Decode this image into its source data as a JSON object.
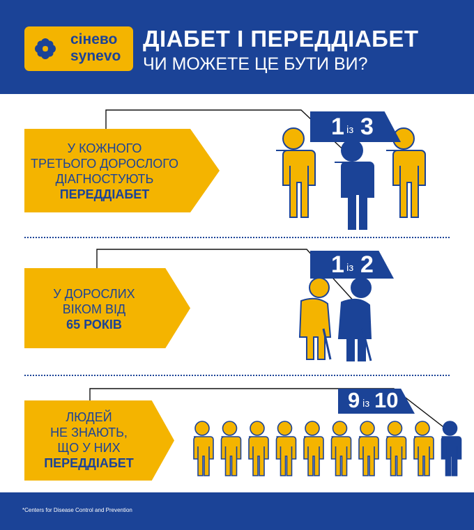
{
  "brand": {
    "name_ua": "сінево",
    "name_en": "synevo"
  },
  "header": {
    "title": "ДІАБЕТ І ПЕРЕДДІАБЕТ",
    "subtitle": "ЧИ МОЖЕТЕ ЦЕ БУТИ ВИ?"
  },
  "sections": [
    {
      "lines": [
        "У КОЖНОГО",
        "ТРЕТЬОГО ДОРОСЛОГО",
        "ДІАГНОСТУЮТЬ",
        "ПЕРЕДДІАБЕТ"
      ],
      "stat_num": "1",
      "stat_of": "із",
      "stat_den": "3"
    },
    {
      "lines": [
        "У ДОРОСЛИХ",
        "ВІКОМ ВІД",
        "65 РОКІВ"
      ],
      "stat_num": "1",
      "stat_of": "із",
      "stat_den": "2"
    },
    {
      "lines": [
        "ЛЮДЕЙ",
        "НЕ ЗНАЮТЬ,",
        "ЩО У НИХ",
        "ПЕРЕДДІАБЕТ"
      ],
      "stat_num": "9",
      "stat_of": "із",
      "stat_den": "10"
    }
  ],
  "footer": {
    "note": "*Centers for Disease Control and Prevention"
  },
  "colors": {
    "blue": "#1b4397",
    "yellow": "#f4b400"
  }
}
